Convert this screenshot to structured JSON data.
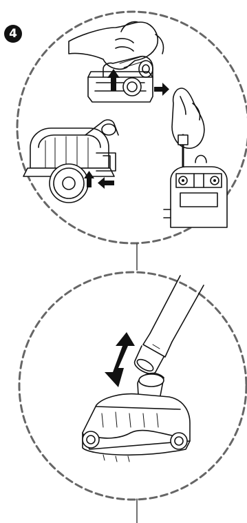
{
  "step": {
    "number": "4"
  },
  "colors": {
    "line": "#111111",
    "dash": "#666666",
    "paper": "#ffffff"
  },
  "panels": [
    {
      "name": "brush-disassembly-panel",
      "icons": [
        "hand-icon",
        "turbo-brush-open-icon",
        "arrow-up-icon",
        "arrow-right-icon",
        "screwdriver-icon",
        "screw-icon"
      ]
    },
    {
      "name": "attach-brush-panel",
      "icons": [
        "tube-icon",
        "double-arrow-icon",
        "turbo-brush-icon"
      ]
    }
  ]
}
